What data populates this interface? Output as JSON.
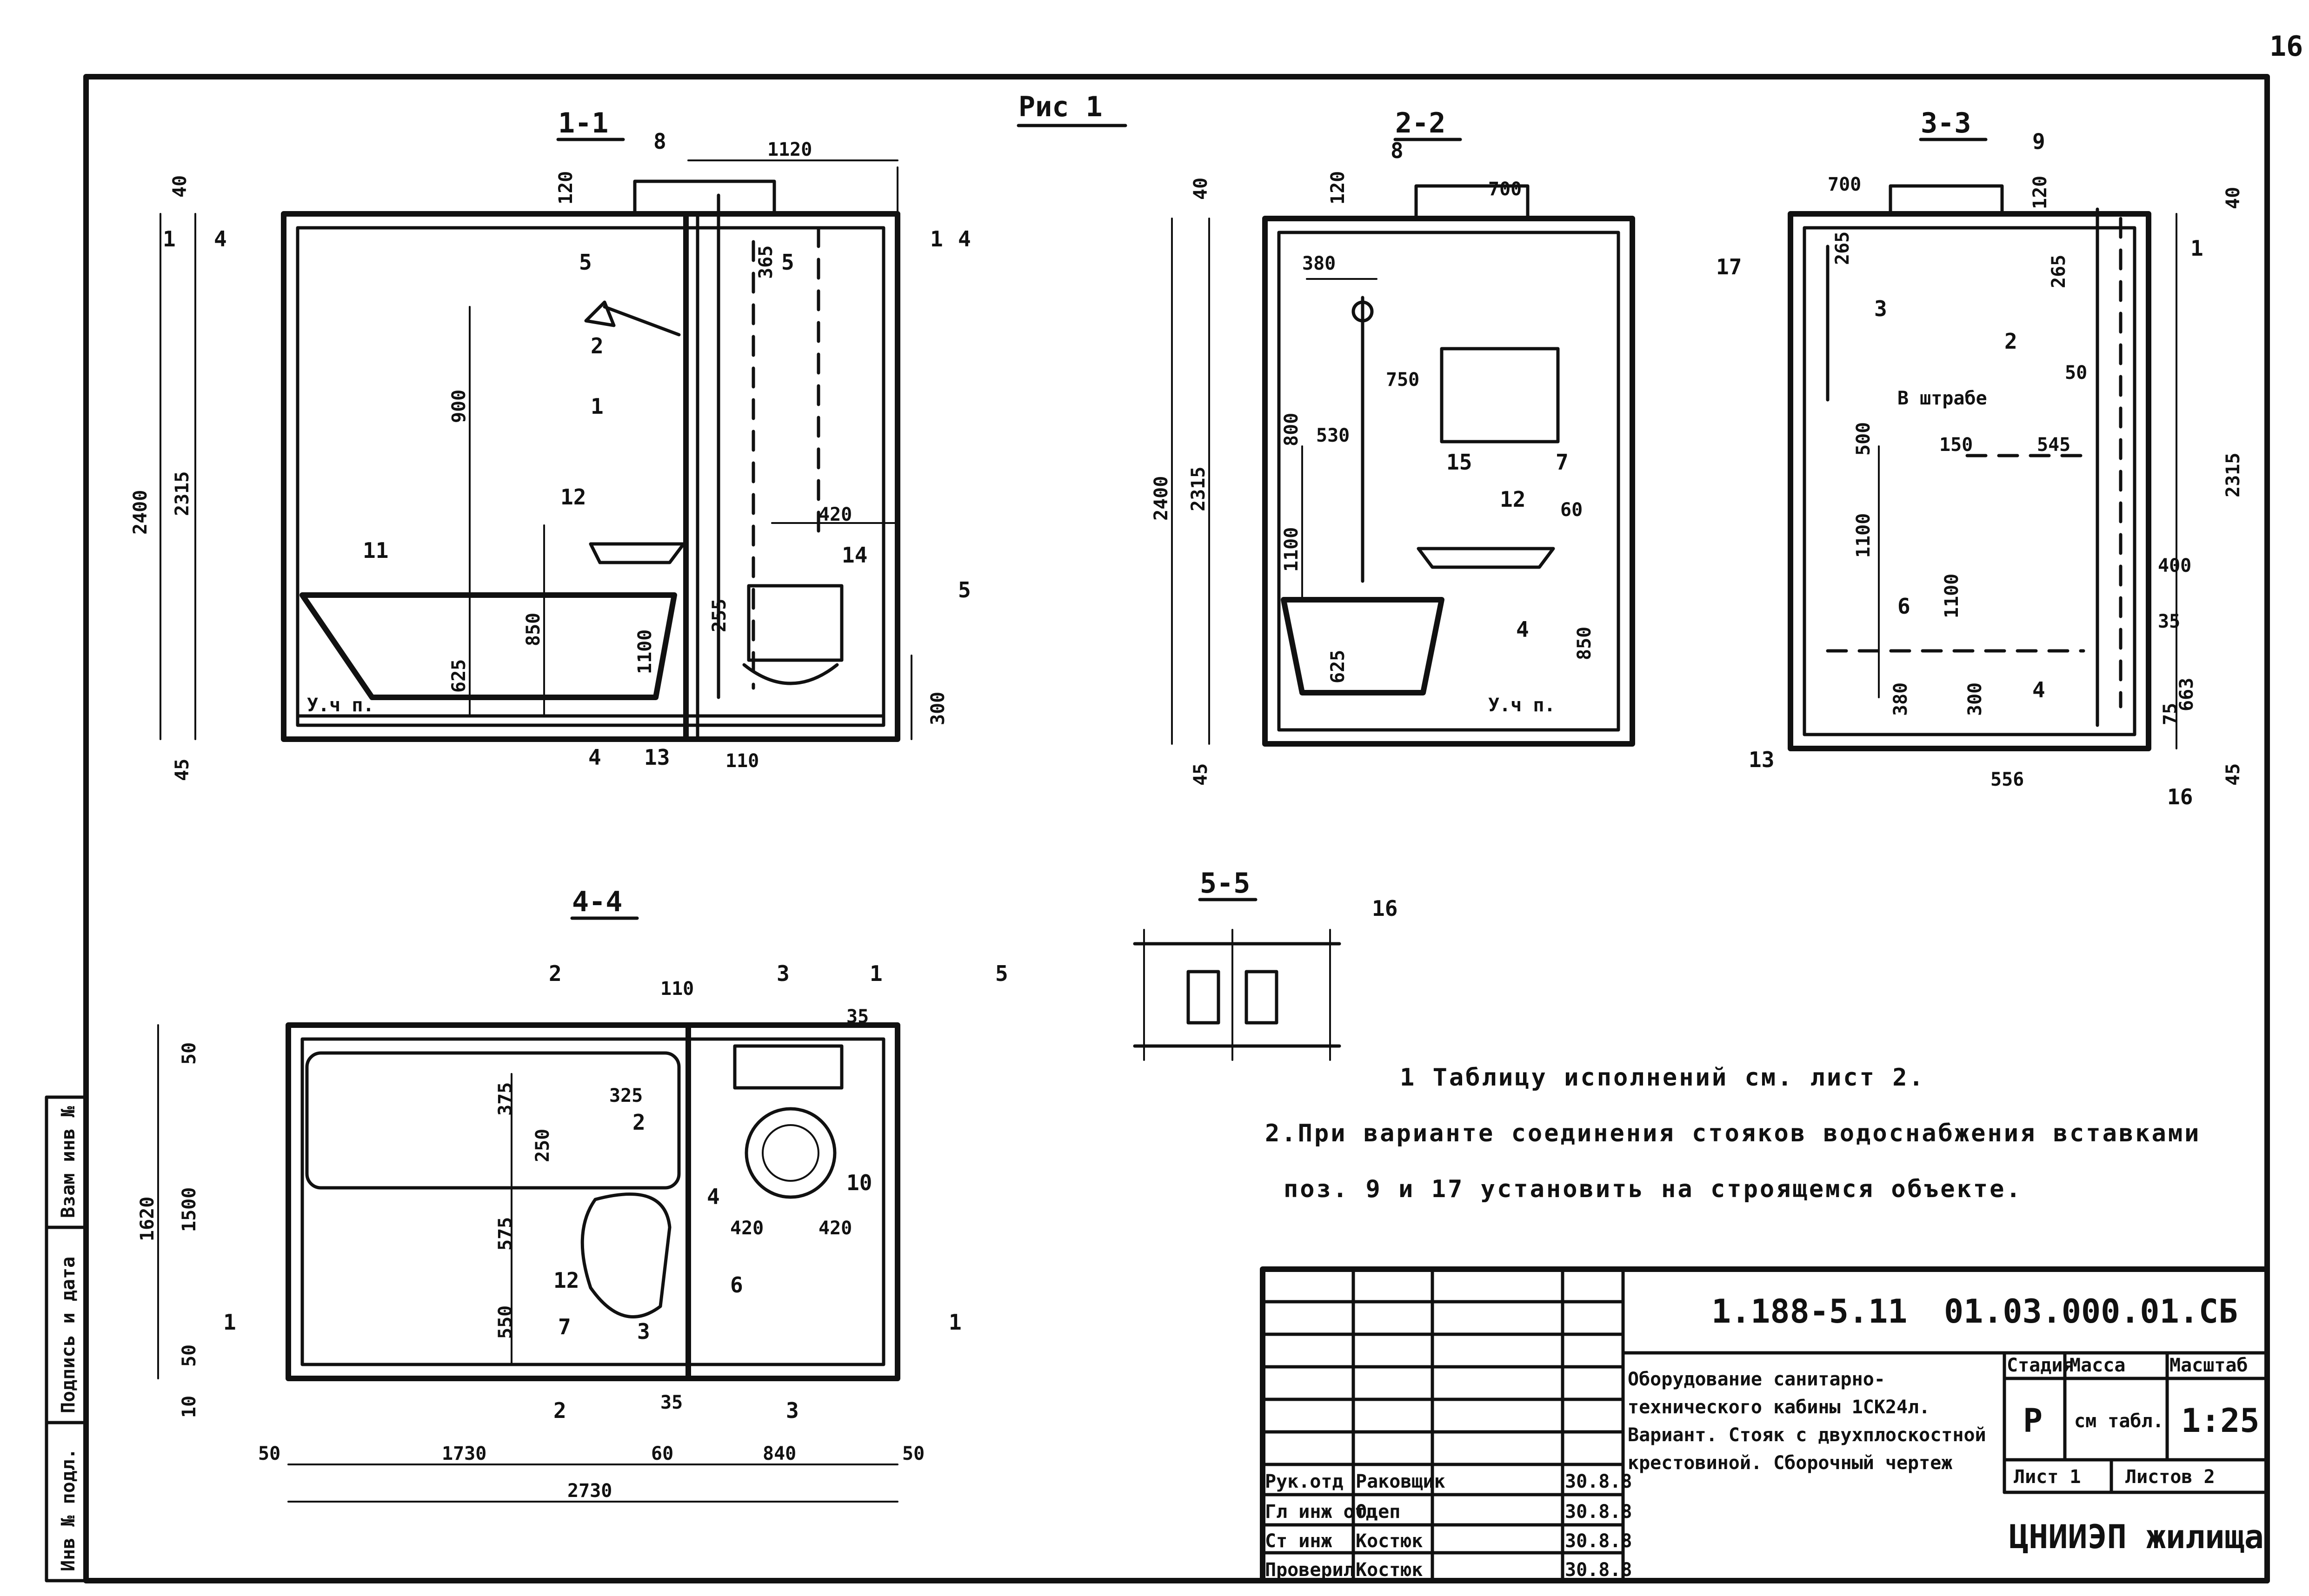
{
  "page_number": "16",
  "figure_title": "Рис 1",
  "sections": {
    "s11": "1-1",
    "s22": "2-2",
    "s33": "3-3",
    "s44": "4-4",
    "s55": "5-5"
  },
  "dims_11": [
    "40",
    "120",
    "1120",
    "2400",
    "2315",
    "900",
    "1100",
    "850",
    "625",
    "45",
    "420",
    "300",
    "365",
    "255",
    "110"
  ],
  "callouts_11": [
    "8",
    "5",
    "5",
    "4",
    "4",
    "2",
    "1",
    "12",
    "11",
    "14",
    "5",
    "4",
    "13",
    "1",
    "1"
  ],
  "dims_22": [
    "40",
    "120",
    "700",
    "380",
    "750",
    "800",
    "530",
    "1100",
    "625",
    "850",
    "60",
    "2400",
    "2315",
    "45"
  ],
  "callouts_22": [
    "8",
    "15",
    "7",
    "12",
    "4"
  ],
  "dims_33": [
    "700",
    "120",
    "40",
    "265",
    "265",
    "50",
    "500",
    "150",
    "545",
    "1100",
    "400",
    "35",
    "380",
    "300",
    "663",
    "75",
    "556",
    "45",
    "2315",
    "1100"
  ],
  "callouts_33": [
    "9",
    "17",
    "3",
    "1",
    "2",
    "6",
    "4",
    "13",
    "16"
  ],
  "text_33_strobe": "В штрабе",
  "dims_44": [
    "110",
    "35",
    "50",
    "375",
    "325",
    "250",
    "1500",
    "575",
    "1620",
    "550",
    "50",
    "10",
    "420",
    "420",
    "35",
    "60",
    "1730",
    "840",
    "50",
    "50",
    "2730"
  ],
  "callouts_44": [
    "2",
    "3",
    "1",
    "5",
    "2",
    "4",
    "10",
    "6",
    "12",
    "7",
    "3",
    "2",
    "3",
    "1",
    "1"
  ],
  "callouts_55": [
    "16"
  ],
  "floor_label": "У.ч п.",
  "notes": [
    "1 Таблицу исполнений см. лист 2.",
    "2.При варианте соединения стояков водоснабжения вставками",
    "поз. 9 и 17 установить на строящемся объекте."
  ],
  "title_block": {
    "doc_code": "1.188-5.11",
    "drawing_number": "01.03.000.01.СБ",
    "title_lines": [
      "Оборудование санитарно-",
      "технического кабины 1СК24л.",
      "Вариант. Стояк с двухплоскостной",
      "крестовиной. Сборочный чертеж"
    ],
    "stage_header": "Стадия",
    "mass_header": "Масса",
    "scale_header": "Масштаб",
    "stage": "Р",
    "mass": "см табл.",
    "scale": "1:25",
    "sheet": "Лист 1",
    "sheets": "Листов 2",
    "org": "ЦНИИЭП жилища",
    "staff": [
      {
        "role": "Рук.отд",
        "name": "Раковщик",
        "date": "30.8.8"
      },
      {
        "role": "Гл инж отд",
        "name": "Оцеп",
        "date": "30.8.8"
      },
      {
        "role": "Ст инж",
        "name": "Костюк",
        "date": "30.8.8"
      },
      {
        "role": "Проверил",
        "name": "Костюк",
        "date": "30.8.8"
      }
    ]
  },
  "side_stamp": [
    "Инв № подл.",
    "Подпись и дата",
    "Взам инв №"
  ]
}
